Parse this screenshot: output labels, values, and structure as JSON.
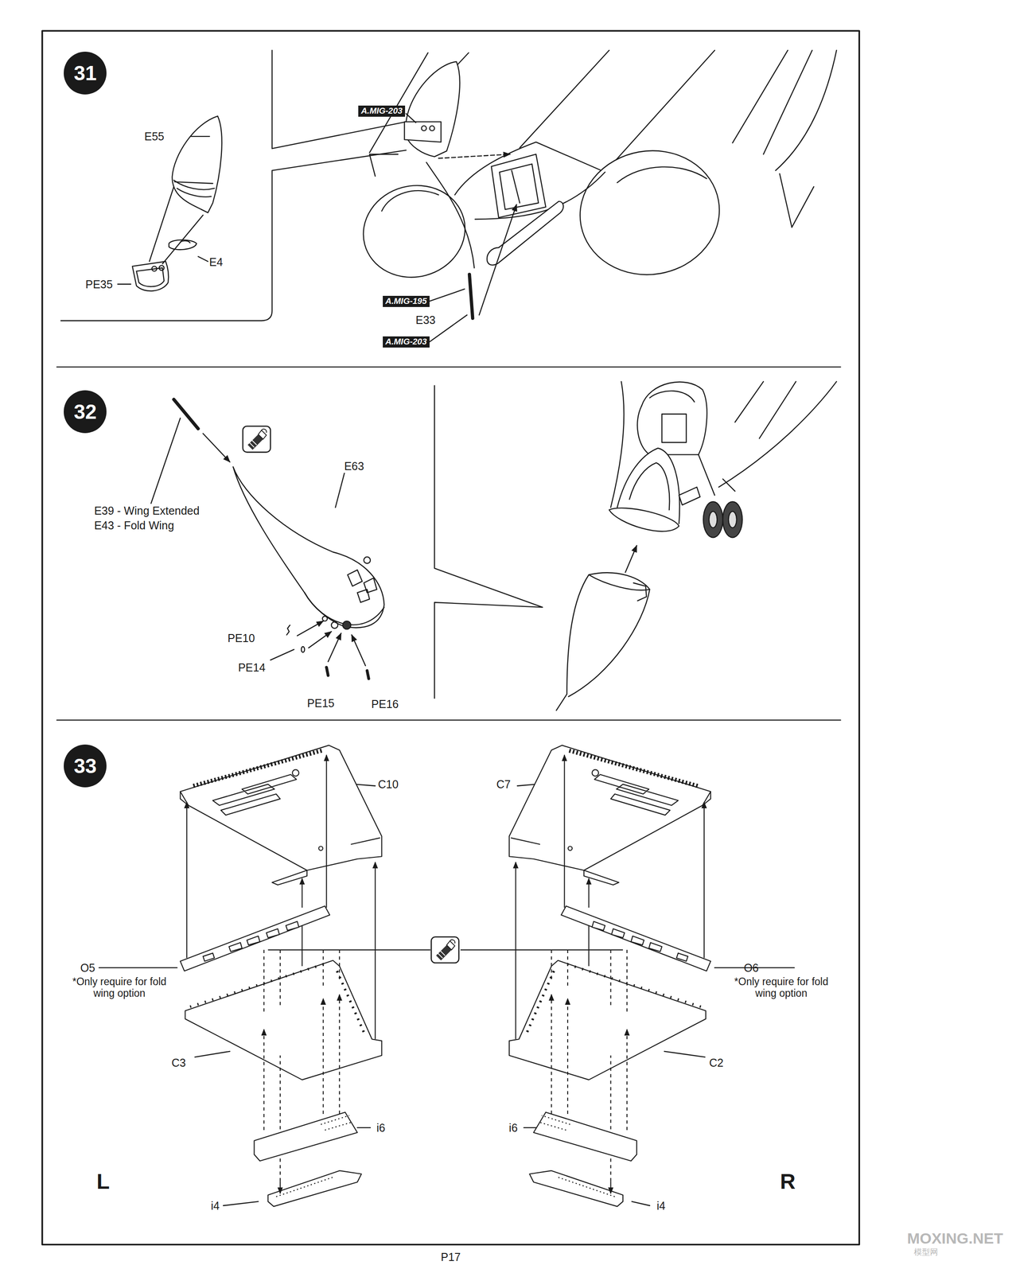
{
  "diagram": {
    "nodes": [
      {
        "text": [
          "31"
        ]
      },
      {
        "text": [
          "A.MIG-203"
        ]
      },
      {
        "text": [
          "A.MIG-195"
        ]
      },
      {
        "text": [
          "A.MIG-203"
        ]
      },
      {
        "text": [
          "32"
        ]
      },
      {
        "text": [
          "33"
        ]
      }
    ],
    "labels": [
      "E55",
      "E4",
      "PE35",
      "E33",
      "E39 - Wing Extended",
      "E43 - Fold Wing",
      "E63",
      "PE10",
      "PE14",
      "PE15",
      "PE16",
      "C10",
      "C7",
      "O5",
      "*Only require for fold wing option",
      "O6",
      "*Only require for fold wing option",
      "C3",
      "C2",
      "i6",
      "i6",
      "i4",
      "i4",
      "L",
      "R",
      "P17",
      "MOXING.NET",
      "模型网"
    ]
  }
}
